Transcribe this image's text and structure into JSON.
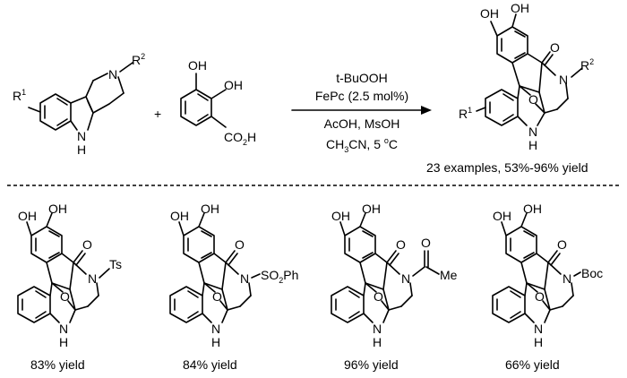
{
  "reaction": {
    "plus": "+",
    "reagent1": {
      "substituent": "R",
      "substituent_sup": "1",
      "n_sub": "R",
      "n_sub_sup": "2",
      "nh": "N",
      "nh_h": "H"
    },
    "reagent2": {
      "oh": "OH",
      "cooh": "CO",
      "cooh_sub": "2",
      "cooh_h": "H"
    },
    "conditions": {
      "line1": "t-BuOOH",
      "line2": "FePc (2.5 mol%)",
      "line3": "AcOH, MsOH",
      "line4_a": "CH",
      "line4_sub": "3",
      "line4_b": "CN, 5 ",
      "line4_sup": "o",
      "line4_c": "C"
    },
    "product": {
      "oh": "OH",
      "o_keto": "O",
      "o_ether": "O",
      "n": "N",
      "n_sub": "R",
      "n_sub_sup": "2",
      "ring_sub": "R",
      "ring_sub_sup": "1",
      "nh": "N",
      "nh_h": "H"
    },
    "summary": "23 examples, 53%-96% yield"
  },
  "examples": [
    {
      "n_substituent": "Ts",
      "n_substituent_sub": "",
      "n_substituent_tail": "",
      "yield": "83% yield"
    },
    {
      "n_substituent": "SO",
      "n_substituent_sub": "2",
      "n_substituent_tail": "Ph",
      "yield": "84% yield"
    },
    {
      "n_substituent": "Me",
      "n_substituent_sub": "",
      "n_substituent_tail": "",
      "acyl_o": "O",
      "yield": "96% yield"
    },
    {
      "n_substituent": "Boc",
      "n_substituent_sub": "",
      "n_substituent_tail": "",
      "yield": "66% yield"
    }
  ],
  "atoms": {
    "oh": "OH",
    "o": "O",
    "n": "N",
    "h": "H"
  }
}
